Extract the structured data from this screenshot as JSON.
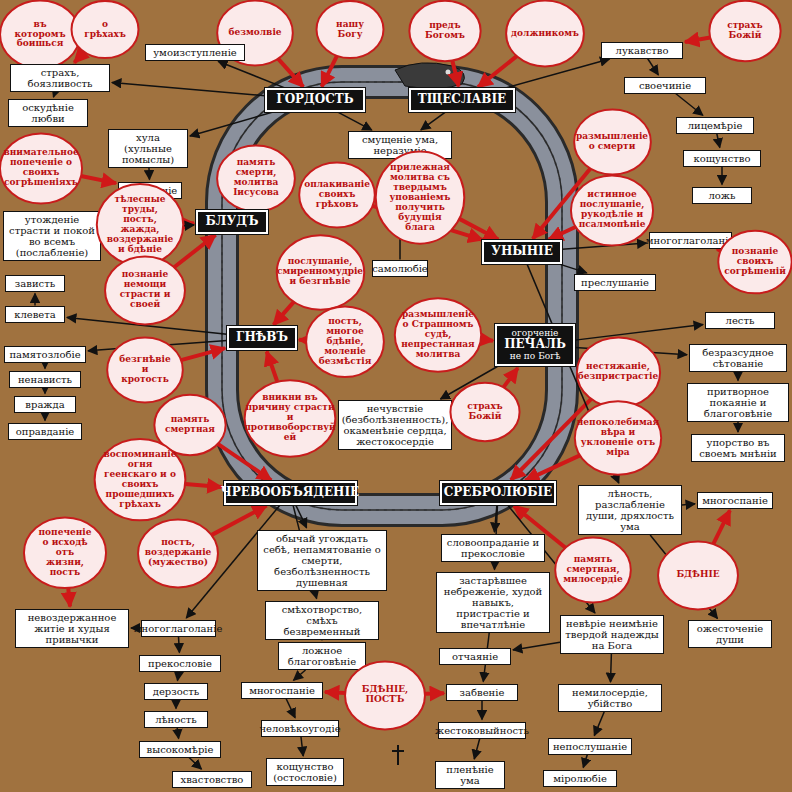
{
  "diagram": {
    "nodes": [
      {
        "text": [
          "безмолвіе"
        ]
      },
      {
        "text": [
          "въ которомъ боишься"
        ]
      },
      {
        "text": [
          "о грѣхахъ"
        ]
      },
      {
        "text": [
          "нашу Богу"
        ]
      },
      {
        "text": [
          "предъ Богомъ"
        ]
      },
      {
        "text": [
          "должникомъ"
        ]
      },
      {
        "text": [
          "страхъ Божій"
        ]
      },
      {
        "text": [
          "страхъ, боязливость"
        ]
      },
      {
        "text": [
          "оскудѣніе любви"
        ]
      },
      {
        "text": [
          "внимательное попеченіе о своихъ согрѣшеніяхъ"
        ]
      },
      {
        "text": [
          "хула (хульные помыслы)"
        ]
      },
      {
        "text": [
          "осужденіе"
        ]
      },
      {
        "text": [
          "утожденіе страсти и покой во всемъ (послабленіе)"
        ]
      },
      {
        "text": [
          "тѣлесные труды, постъ, жажда, воздержаніе и бдѣніе"
        ]
      },
      {
        "text": [
          "познаніе немощи страсти и своей"
        ]
      },
      {
        "text": [
          "зависть"
        ]
      },
      {
        "text": [
          "клевета"
        ]
      },
      {
        "text": [
          "памятозлобіе"
        ]
      },
      {
        "text": [
          "ненависть"
        ]
      },
      {
        "text": [
          "вражда"
        ]
      },
      {
        "text": [
          "оправданіе"
        ]
      },
      {
        "text": [
          "безгнѣвіе и кротость"
        ]
      },
      {
        "text": [
          "память смертная"
        ]
      },
      {
        "text": [
          "воспоминаніе огня геенскаго и о своихъ прошедшихъ грѣхахъ"
        ]
      },
      {
        "text": [
          "постъ, воздержаніе (мужество)"
        ]
      },
      {
        "text": [
          "попеченіе о исходѣ отъ жизни, постъ"
        ]
      },
      {
        "text": [
          "умоизступленіе"
        ]
      },
      {
        "text": [
          "ГОРДОСТЬ"
        ]
      },
      {
        "text": [
          "ТЩЕСЛАВІЕ"
        ]
      },
      {
        "text": [
          "смущеніе ума, неразуміе"
        ]
      },
      {
        "text": [
          "память смерти, молитва Іисусова"
        ]
      },
      {
        "text": [
          "оплакиваніе своихъ грѣховъ"
        ]
      },
      {
        "text": [
          "прилежная молитва съ твердымъ упованіемъ получить будущія блага"
        ]
      },
      {
        "text": [
          "БЛУДЪ"
        ]
      },
      {
        "text": [
          "УНЫНІЕ"
        ]
      },
      {
        "text": [
          "послушаніе, смиренномудріе и безгнѣвіе"
        ]
      },
      {
        "text": [
          "самолюбіе"
        ]
      },
      {
        "text": [
          "ГНѢВЪ"
        ]
      },
      {
        "text": [
          "постъ, многое бдѣніе, моленіе безмѣстія"
        ]
      },
      {
        "text": [
          "размышленіе о Страшномъ судѣ, непрестанная молитва"
        ]
      },
      {
        "text": [
          "огорченіе",
          "ПЕЧАЛЬ",
          "не по Богѣ"
        ]
      },
      {
        "text": [
          "вникни въ причину страсти и противоборствуй ей"
        ]
      },
      {
        "text": [
          "нечувствіе (безболѣзненность), окаменѣніе сердца, жестокосердіе"
        ]
      },
      {
        "text": [
          "страхъ Божій"
        ]
      },
      {
        "text": [
          "ЧРЕВООБЪЯДЕНІЕ"
        ]
      },
      {
        "text": [
          "СРЕБРОЛЮБІЕ"
        ]
      },
      {
        "text": [
          "лукавство"
        ]
      },
      {
        "text": [
          "своечиніе"
        ]
      },
      {
        "text": [
          "лицемѣріе"
        ]
      },
      {
        "text": [
          "кощунство"
        ]
      },
      {
        "text": [
          "ложь"
        ]
      },
      {
        "text": [
          "размышленіе о смерти"
        ]
      },
      {
        "text": [
          "истинное послушаніе, рукодѣліе и псалмопѣніе"
        ]
      },
      {
        "text": [
          "многоглаголаніе"
        ]
      },
      {
        "text": [
          "познаніе своихъ согрѣшеній"
        ]
      },
      {
        "text": [
          "преслушаніе"
        ]
      },
      {
        "text": [
          "лесть"
        ]
      },
      {
        "text": [
          "безразсудное сѣтованіе"
        ]
      },
      {
        "text": [
          "притворное покаяніе и благоговѣніе"
        ]
      },
      {
        "text": [
          "упорство въ своемъ мнѣніи"
        ]
      },
      {
        "text": [
          "нестяжаніе, безпристрастіе"
        ]
      },
      {
        "text": [
          "непоколебимая вѣра и уклоненіе отъ міра"
        ]
      },
      {
        "text": [
          "лѣность, разслабленіе души, дряхлость ума"
        ]
      },
      {
        "text": [
          "многоспаніе"
        ]
      },
      {
        "text": [
          "память смертная, милосердіе"
        ]
      },
      {
        "text": [
          "БДѢНІЕ"
        ]
      },
      {
        "text": [
          "ожесточеніе души"
        ]
      },
      {
        "text": [
          "обычай угождать себѣ, непамятованіе о смерти, безболѣзненность душевная"
        ]
      },
      {
        "text": [
          "словоопраданіе и прекословіе"
        ]
      },
      {
        "text": [
          "застарѣвшее небреженіе, худой навыкъ, пристрастіе и впечатлѣніе"
        ]
      },
      {
        "text": [
          "смѣхотворство, смѣхъ безвременный"
        ]
      },
      {
        "text": [
          "ложное благоговѣніе"
        ]
      },
      {
        "text": [
          "многоспаніе"
        ]
      },
      {
        "text": [
          "БДѢНІЕ, ПОСТЪ"
        ]
      },
      {
        "text": [
          "невѣріе неимѣніе твердой надежды на Бога"
        ]
      },
      {
        "text": [
          "отчаяніе"
        ]
      },
      {
        "text": [
          "невоздержанное житіе и худыя привычки"
        ]
      },
      {
        "text": [
          "многоглаголаніе"
        ]
      },
      {
        "text": [
          "прекословіе"
        ]
      },
      {
        "text": [
          "дерзость"
        ]
      },
      {
        "text": [
          "лѣность"
        ]
      },
      {
        "text": [
          "высокомѣріе"
        ]
      },
      {
        "text": [
          "хвастовство"
        ]
      },
      {
        "text": [
          "человѣкоугодіе"
        ]
      },
      {
        "text": [
          "кощунство (остословіе)"
        ]
      },
      {
        "text": [
          "забвеніе"
        ]
      },
      {
        "text": [
          "жестоковыйность"
        ]
      },
      {
        "text": [
          "немилосердіе, убійство"
        ]
      },
      {
        "text": [
          "непослушаніе"
        ]
      },
      {
        "text": [
          "пленѣніе ума"
        ]
      },
      {
        "text": [
          "міролюбіе"
        ]
      }
    ],
    "edges": [
      {
        "from": 13,
        "to": 33,
        "arrow": "to"
      },
      {
        "from": 14,
        "to": 33,
        "arrow": "to"
      },
      {
        "from": 30,
        "to": 33,
        "arrow": "to"
      },
      {
        "from": 9,
        "to": 11,
        "arrow": "to"
      },
      {
        "from": 31,
        "to": 34,
        "arrow": "to"
      },
      {
        "from": 32,
        "to": 34,
        "arrow": "to"
      },
      {
        "from": 51,
        "to": 34,
        "arrow": "to"
      },
      {
        "from": 52,
        "to": 34,
        "arrow": "to"
      },
      {
        "from": 54,
        "to": 53,
        "arrow": "to"
      },
      {
        "from": 35,
        "to": 37,
        "arrow": "to"
      },
      {
        "from": 21,
        "to": 37,
        "arrow": "to"
      },
      {
        "from": 38,
        "to": 37,
        "arrow": "to"
      },
      {
        "from": 39,
        "to": 40,
        "arrow": "to"
      },
      {
        "from": 43,
        "to": 40,
        "arrow": "to"
      },
      {
        "from": 41,
        "to": 37,
        "arrow": "to"
      },
      {
        "from": 22,
        "to": 44,
        "arrow": "to"
      },
      {
        "from": 23,
        "to": 44,
        "arrow": "to"
      },
      {
        "from": 24,
        "to": 44,
        "arrow": "to"
      },
      {
        "from": 25,
        "to": 76,
        "arrow": "to"
      },
      {
        "from": 60,
        "to": 45,
        "arrow": "to"
      },
      {
        "from": 61,
        "to": 45,
        "arrow": "to"
      },
      {
        "from": 64,
        "to": 45,
        "arrow": "to"
      },
      {
        "from": 65,
        "to": 63,
        "arrow": "to"
      },
      {
        "from": 73,
        "to": 72,
        "arrow": "to"
      },
      {
        "from": 73,
        "to": 85,
        "arrow": "to"
      },
      {
        "from": 3,
        "to": 27,
        "arrow": "to"
      },
      {
        "from": 4,
        "to": 28,
        "arrow": "to"
      },
      {
        "from": 5,
        "to": 28,
        "arrow": "to"
      },
      {
        "from": 2,
        "to": 7,
        "arrow": "to"
      },
      {
        "from": 6,
        "to": 46,
        "arrow": "to"
      },
      {
        "from": 0,
        "to": 27,
        "arrow": "to"
      },
      {
        "from": 1,
        "to": 7,
        "arrow": "to"
      },
      {
        "from": 27,
        "to": 26,
        "arrow": "to"
      },
      {
        "from": 27,
        "to": 7,
        "arrow": "to"
      },
      {
        "from": 27,
        "to": 10,
        "arrow": "to"
      },
      {
        "from": 27,
        "to": 29,
        "arrow": "to"
      },
      {
        "from": 10,
        "to": 11,
        "arrow": "to"
      },
      {
        "from": 7,
        "to": 8,
        "arrow": "to"
      },
      {
        "from": 28,
        "to": 46,
        "arrow": "to"
      },
      {
        "from": 46,
        "to": 47,
        "arrow": "to"
      },
      {
        "from": 47,
        "to": 48,
        "arrow": "to"
      },
      {
        "from": 48,
        "to": 49,
        "arrow": "to"
      },
      {
        "from": 49,
        "to": 50,
        "arrow": "to"
      },
      {
        "from": 28,
        "to": 29,
        "arrow": "to"
      },
      {
        "from": 12,
        "to": 33,
        "arrow": "to"
      },
      {
        "from": 37,
        "to": 17,
        "arrow": "to"
      },
      {
        "from": 17,
        "to": 18,
        "arrow": "to"
      },
      {
        "from": 18,
        "to": 19,
        "arrow": "to"
      },
      {
        "from": 19,
        "to": 20,
        "arrow": "to"
      },
      {
        "from": 37,
        "to": 16,
        "arrow": "to"
      },
      {
        "from": 16,
        "to": 15,
        "arrow": "to"
      },
      {
        "from": 34,
        "to": 55,
        "arrow": "to"
      },
      {
        "from": 34,
        "to": 53,
        "arrow": "to"
      },
      {
        "from": 34,
        "to": 62,
        "arrow": "to"
      },
      {
        "from": 40,
        "to": 56,
        "arrow": "to"
      },
      {
        "from": 40,
        "to": 57,
        "arrow": "to"
      },
      {
        "from": 57,
        "to": 58,
        "arrow": "to"
      },
      {
        "from": 58,
        "to": 59,
        "arrow": "to"
      },
      {
        "from": 40,
        "to": 42,
        "arrow": "to"
      },
      {
        "from": 44,
        "to": 67,
        "arrow": "to"
      },
      {
        "from": 44,
        "to": 70,
        "arrow": "to"
      },
      {
        "from": 70,
        "to": 71,
        "arrow": "to"
      },
      {
        "from": 71,
        "to": 72,
        "arrow": "to"
      },
      {
        "from": 44,
        "to": 77,
        "arrow": "to"
      },
      {
        "from": 77,
        "to": 76,
        "arrow": "to"
      },
      {
        "from": 77,
        "to": 78,
        "arrow": "to"
      },
      {
        "from": 78,
        "to": 79,
        "arrow": "to"
      },
      {
        "from": 79,
        "to": 80,
        "arrow": "to"
      },
      {
        "from": 80,
        "to": 81,
        "arrow": "to"
      },
      {
        "from": 81,
        "to": 82,
        "arrow": "to"
      },
      {
        "from": 72,
        "to": 83,
        "arrow": "to"
      },
      {
        "from": 83,
        "to": 84,
        "arrow": "to"
      },
      {
        "from": 45,
        "to": 68,
        "arrow": "to"
      },
      {
        "from": 45,
        "to": 69,
        "arrow": "to"
      },
      {
        "from": 45,
        "to": 74,
        "arrow": "to"
      },
      {
        "from": 74,
        "to": 75,
        "arrow": "to"
      },
      {
        "from": 74,
        "to": 87,
        "arrow": "to"
      },
      {
        "from": 87,
        "to": 88,
        "arrow": "to"
      },
      {
        "from": 69,
        "to": 85,
        "arrow": "to"
      },
      {
        "from": 85,
        "to": 86,
        "arrow": "to"
      },
      {
        "from": 86,
        "to": 89,
        "arrow": "to"
      },
      {
        "from": 88,
        "to": 90,
        "arrow": "to"
      },
      {
        "from": 62,
        "to": 66,
        "arrow": "to"
      },
      {
        "from": 62,
        "to": 63,
        "arrow": "to"
      },
      {
        "from": 36,
        "to": 29,
        "arrow": "to"
      }
    ]
  }
}
